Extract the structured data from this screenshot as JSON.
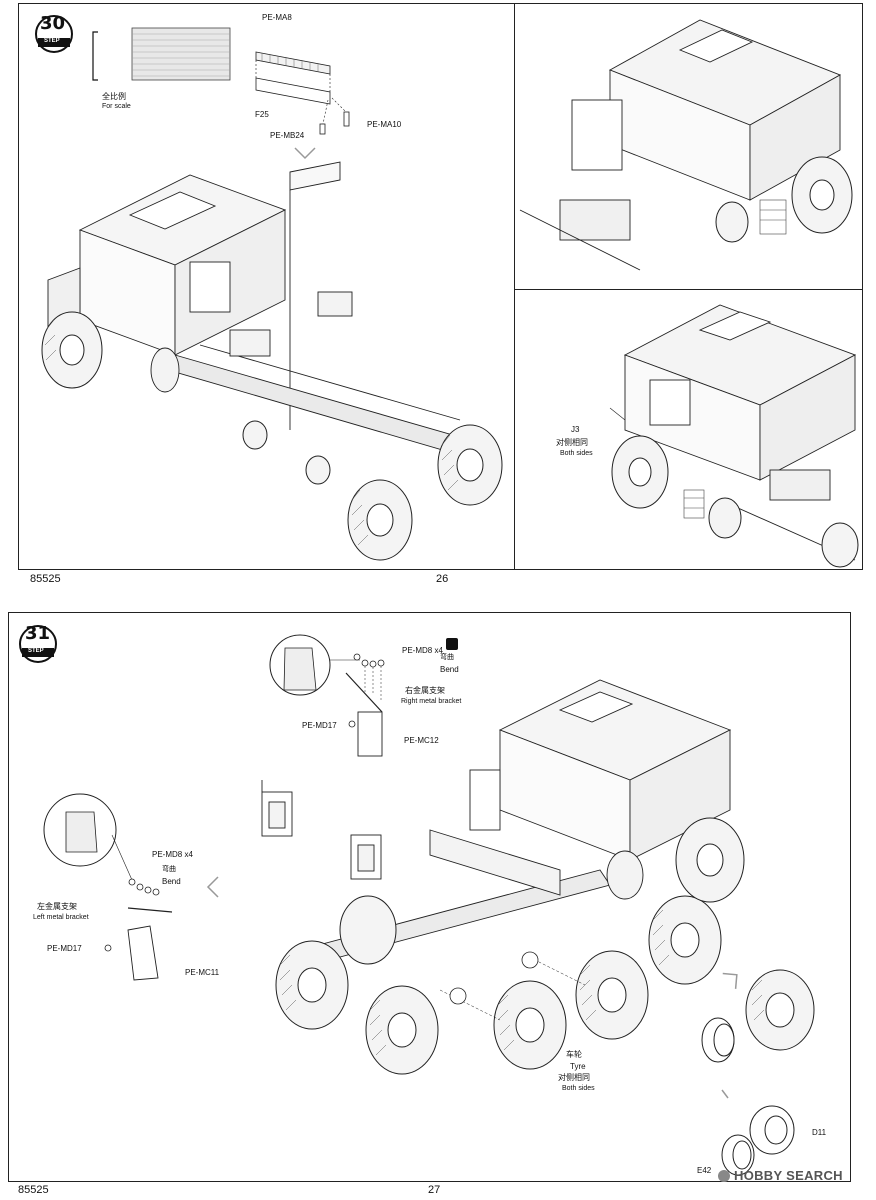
{
  "pages": [
    {
      "page_number": "26",
      "kit_number": "85525",
      "step": {
        "number": "30",
        "word": "STEP"
      },
      "scale_note": {
        "zh": "全比例",
        "en": "For scale"
      },
      "parts": {
        "pe_ma8": "PE-MA8",
        "f25": "F25",
        "pe_mb24": "PE-MB24",
        "pe_ma10": "PE-MA10",
        "j3": "J3"
      },
      "both_sides": {
        "zh": "对侧相同",
        "en": "Both sides"
      }
    },
    {
      "page_number": "27",
      "kit_number": "85525",
      "step": {
        "number": "31",
        "word": "STEP"
      },
      "parts": {
        "pe_md8_x4": "PE-MD8 x4",
        "pe_md17": "PE-MD17",
        "pe_mc12": "PE-MC12",
        "pe_mc11": "PE-MC11",
        "e42": "E42",
        "d11": "D11"
      },
      "bend": {
        "zh": "弯曲",
        "en": "Bend"
      },
      "right_bracket": {
        "zh": "右金属支架",
        "en": "Right metal bracket"
      },
      "left_bracket": {
        "zh": "左金属支架",
        "en": "Left metal bracket"
      },
      "tyre": {
        "zh": "车轮",
        "en": "Tyre"
      },
      "both_sides": {
        "zh": "对侧相同",
        "en": "Both sides"
      }
    }
  ],
  "watermark": "HOBBY SEARCH"
}
